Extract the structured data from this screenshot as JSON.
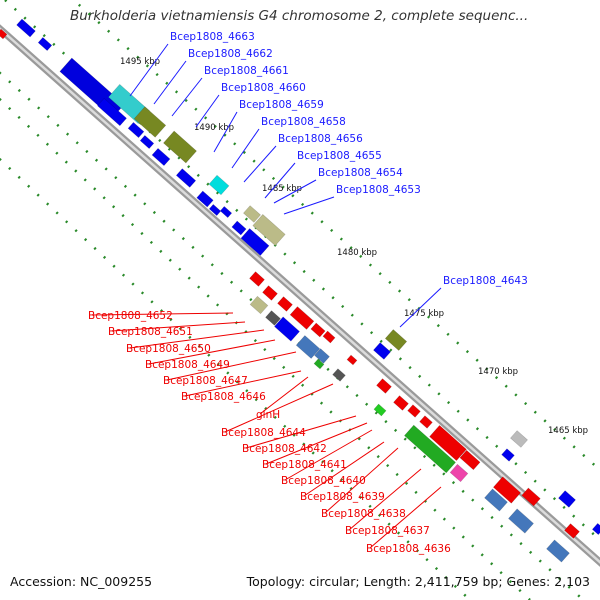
{
  "title": "Burkholderia vietnamiensis G4 chromosome 2, complete sequenc...",
  "footer": {
    "accession": "Accession: NC_009255",
    "summary": "Topology: circular; Length: 2,411,759 bp; Genes: 2,103"
  },
  "ticks": [
    "1495 kbp",
    "1490 kbp",
    "1485 kbp",
    "1480 kbp",
    "1475 kbp",
    "1470 kbp",
    "1465 kbp"
  ],
  "forward_labels": [
    "Bcep1808_4663",
    "Bcep1808_4662",
    "Bcep1808_4661",
    "Bcep1808_4660",
    "Bcep1808_4659",
    "Bcep1808_4658",
    "Bcep1808_4656",
    "Bcep1808_4655",
    "Bcep1808_4654",
    "Bcep1808_4653",
    "Bcep1808_4643"
  ],
  "reverse_labels": [
    "Bcep1808_4652",
    "Bcep1808_4651",
    "Bcep1808_4650",
    "Bcep1808_4649",
    "Bcep1808_4647",
    "Bcep1808_4646",
    "glnH",
    "Bcep1808_4644",
    "Bcep1808_4642",
    "Bcep1808_4641",
    "Bcep1808_4640",
    "Bcep1808_4639",
    "Bcep1808_4638",
    "Bcep1808_4637",
    "Bcep1808_4636"
  ],
  "colors": {
    "forward_label": "#1a1aff",
    "reverse_label": "#ee0000",
    "backbone": "#7a7a7a",
    "tick_dash": "#2a8a2a"
  }
}
